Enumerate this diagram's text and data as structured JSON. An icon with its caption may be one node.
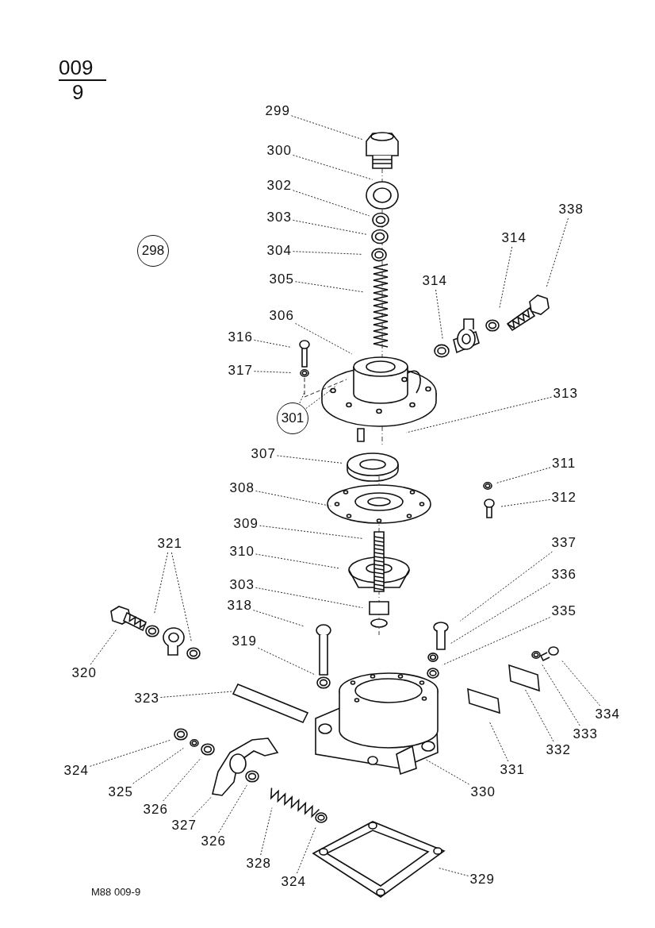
{
  "diagram": {
    "nodes": [
      {
        "text": [
          "299"
        ]
      },
      {
        "text": [
          "300"
        ]
      },
      {
        "text": [
          "302"
        ]
      },
      {
        "text": [
          "303"
        ]
      },
      {
        "text": [
          "338"
        ]
      },
      {
        "text": [
          "298"
        ]
      },
      {
        "text": [
          "314"
        ]
      },
      {
        "text": [
          "304"
        ]
      },
      {
        "text": [
          "305"
        ]
      },
      {
        "text": [
          "314"
        ]
      },
      {
        "text": [
          "306"
        ]
      },
      {
        "text": [
          "316"
        ]
      },
      {
        "text": [
          "317"
        ]
      },
      {
        "text": [
          "301"
        ]
      },
      {
        "text": [
          "313"
        ]
      },
      {
        "text": [
          "307"
        ]
      },
      {
        "text": [
          "311"
        ]
      },
      {
        "text": [
          "308"
        ]
      },
      {
        "text": [
          "312"
        ]
      },
      {
        "text": [
          "309"
        ]
      },
      {
        "text": [
          "337"
        ]
      },
      {
        "text": [
          "310"
        ]
      },
      {
        "text": [
          "336"
        ]
      },
      {
        "text": [
          "321"
        ]
      },
      {
        "text": [
          "303"
        ]
      },
      {
        "text": [
          "335"
        ]
      },
      {
        "text": [
          "318"
        ]
      },
      {
        "text": [
          "320"
        ]
      },
      {
        "text": [
          "319"
        ]
      },
      {
        "text": [
          "334"
        ]
      },
      {
        "text": [
          "323"
        ]
      },
      {
        "text": [
          "333"
        ]
      },
      {
        "text": [
          "332"
        ]
      },
      {
        "text": [
          "331"
        ]
      },
      {
        "text": [
          "330"
        ]
      },
      {
        "text": [
          "324"
        ]
      },
      {
        "text": [
          "325"
        ]
      },
      {
        "text": [
          "326"
        ]
      },
      {
        "text": [
          "327"
        ]
      },
      {
        "text": [
          "326"
        ]
      },
      {
        "text": [
          "328"
        ]
      },
      {
        "text": [
          "324"
        ]
      },
      {
        "text": [
          "329"
        ]
      }
    ],
    "edges": [
      {
        "from": 0,
        "to": null,
        "arrow": "none"
      },
      {
        "from": 1,
        "to": null,
        "arrow": "none"
      },
      {
        "from": 2,
        "to": null,
        "arrow": "none"
      },
      {
        "from": 3,
        "to": null,
        "arrow": "none"
      },
      {
        "from": 4,
        "to": null,
        "arrow": "none"
      },
      {
        "from": 6,
        "to": null,
        "arrow": "none"
      },
      {
        "from": 7,
        "to": null,
        "arrow": "none"
      },
      {
        "from": 8,
        "to": null,
        "arrow": "none"
      },
      {
        "from": 9,
        "to": null,
        "arrow": "none"
      },
      {
        "from": 10,
        "to": null,
        "arrow": "none"
      },
      {
        "from": 11,
        "to": null,
        "arrow": "none"
      },
      {
        "from": 12,
        "to": null,
        "arrow": "none"
      },
      {
        "from": 13,
        "to": null,
        "arrow": "none"
      },
      {
        "from": 13,
        "to": null,
        "arrow": "none"
      },
      {
        "from": 14,
        "to": null,
        "arrow": "none"
      },
      {
        "from": 15,
        "to": null,
        "arrow": "none"
      },
      {
        "from": 16,
        "to": null,
        "arrow": "none"
      },
      {
        "from": 17,
        "to": null,
        "arrow": "none"
      },
      {
        "from": 18,
        "to": null,
        "arrow": "none"
      },
      {
        "from": 19,
        "to": null,
        "arrow": "none"
      },
      {
        "from": 20,
        "to": null,
        "arrow": "none"
      },
      {
        "from": 21,
        "to": null,
        "arrow": "none"
      },
      {
        "from": 22,
        "to": null,
        "arrow": "none"
      },
      {
        "from": 23,
        "to": null,
        "arrow": "none"
      },
      {
        "from": 23,
        "to": null,
        "arrow": "none"
      },
      {
        "from": 24,
        "to": null,
        "arrow": "none"
      },
      {
        "from": 25,
        "to": null,
        "arrow": "none"
      },
      {
        "from": 26,
        "to": null,
        "arrow": "none"
      },
      {
        "from": 27,
        "to": null,
        "arrow": "none"
      },
      {
        "from": 28,
        "to": null,
        "arrow": "none"
      },
      {
        "from": 29,
        "to": null,
        "arrow": "none"
      },
      {
        "from": 30,
        "to": null,
        "arrow": "none"
      },
      {
        "from": 31,
        "to": null,
        "arrow": "none"
      },
      {
        "from": 32,
        "to": null,
        "arrow": "none"
      },
      {
        "from": 33,
        "to": null,
        "arrow": "none"
      },
      {
        "from": 34,
        "to": null,
        "arrow": "none"
      },
      {
        "from": 35,
        "to": null,
        "arrow": "none"
      },
      {
        "from": 36,
        "to": null,
        "arrow": "none"
      },
      {
        "from": 37,
        "to": null,
        "arrow": "none"
      },
      {
        "from": 38,
        "to": null,
        "arrow": "none"
      },
      {
        "from": 39,
        "to": null,
        "arrow": "none"
      },
      {
        "from": 40,
        "to": null,
        "arrow": "none"
      },
      {
        "from": 41,
        "to": null,
        "arrow": "none"
      },
      {
        "from": 42,
        "to": null,
        "arrow": "none"
      }
    ],
    "labels": [
      "009",
      "9",
      "M88 009-9"
    ]
  }
}
